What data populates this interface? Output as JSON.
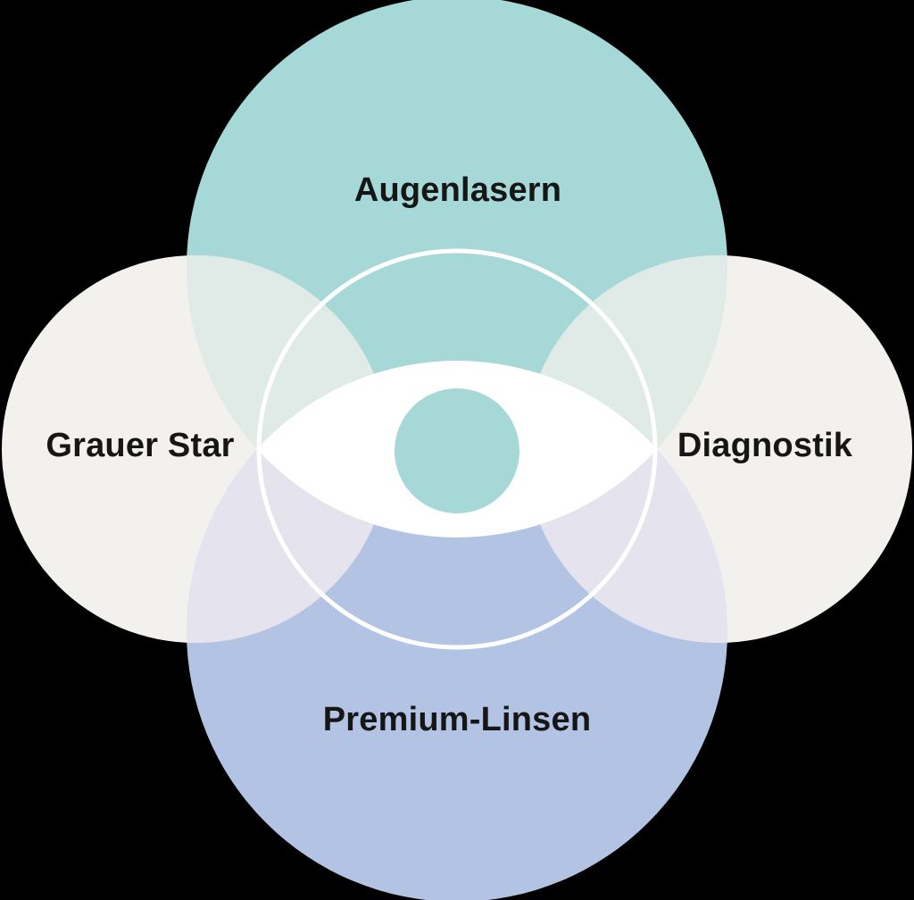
{
  "diagram": {
    "title_motif": "eye-icon",
    "labels": {
      "top": "Augenlasern",
      "left": "Grauer Star",
      "right": "Diagnostik",
      "bottom": "Premium-Linsen"
    },
    "colors": {
      "background": "#000000",
      "top_circle": "#A6D8D8",
      "bottom_circle": "#B2C3E4",
      "side_circle": "#F2F1EE",
      "top_side_overlap": "#E0EAE7",
      "bottom_side_overlap": "#E4E3EE",
      "eye_sclera": "#FFFFFF",
      "iris": "#A6D8D8",
      "ring": "#FFFFFF",
      "label_text": "#161616"
    }
  }
}
